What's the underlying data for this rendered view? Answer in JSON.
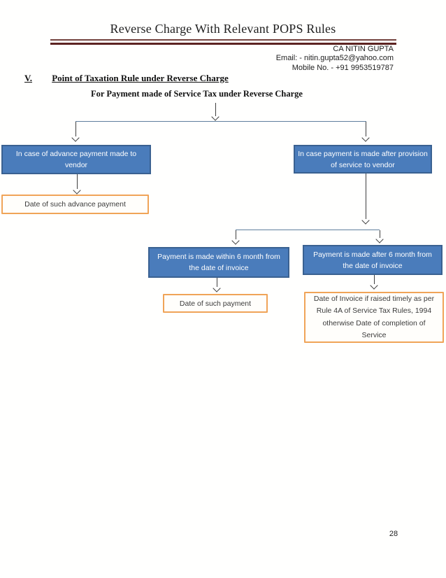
{
  "header": {
    "title": "Reverse Charge With Relevant POPS Rules",
    "contact": {
      "name": "CA NITIN GUPTA",
      "email": "Email: - nitin.gupta52@yahoo.com",
      "mobile": "Mobile No. - +91 9953519787"
    }
  },
  "section": {
    "number": "V.",
    "heading": "Point of Taxation Rule under Reverse Charge",
    "subheading": "For Payment made of Service Tax under Reverse Charge"
  },
  "flowchart": {
    "nodes": [
      {
        "id": "advance-payment",
        "type": "blue",
        "text": "In case of advance payment made to vendor",
        "lines": [
          "In case of advance payment made to",
          "vendor"
        ]
      },
      {
        "id": "after-provision",
        "type": "blue",
        "text": "In case payment is made after provision of service to vendor",
        "lines": [
          "In case payment is made after provision",
          "of service to vendor"
        ]
      },
      {
        "id": "date-advance-payment",
        "type": "orange",
        "text": "Date of such advance payment",
        "lines": [
          "Date of such advance payment"
        ]
      },
      {
        "id": "within-6-month",
        "type": "blue",
        "text": "Payment is made within 6 month from the date of invoice",
        "lines": [
          "Payment is made within 6 month from",
          "the date of invoice"
        ]
      },
      {
        "id": "after-6-month",
        "type": "blue",
        "text": "Payment is made after 6 month from the date of invoice",
        "lines": [
          "Payment is made after 6 month from",
          "the date of invoice"
        ]
      },
      {
        "id": "date-such-payment",
        "type": "orange",
        "text": "Date of such payment",
        "lines": [
          "Date of such payment"
        ]
      },
      {
        "id": "date-of-invoice",
        "type": "orange",
        "text": "Date of Invoice if raised timely as per Rule 4A of Service Tax Rules, 1994 otherwise Date of completion of Service",
        "lines": [
          "Date of Invoice if raised timely as per",
          "Rule 4A of Service Tax Rules, 1994",
          "otherwise Date of completion of",
          "Service"
        ]
      }
    ]
  },
  "footer": {
    "page_number": "28"
  },
  "colors": {
    "blue-fill": "#4a7cbb",
    "blue-border": "#3a6191",
    "orange-border": "#f0a458",
    "line-steel": "#5f7f9d",
    "line-dark": "#3f3f3f",
    "maroon": "#5d2422",
    "maroon-light": "#73423e",
    "text-dark": "#1d1d1d",
    "box-text": "#ffffff",
    "orange-text": "#3b3b3b",
    "page-bg": "#fffffe"
  }
}
